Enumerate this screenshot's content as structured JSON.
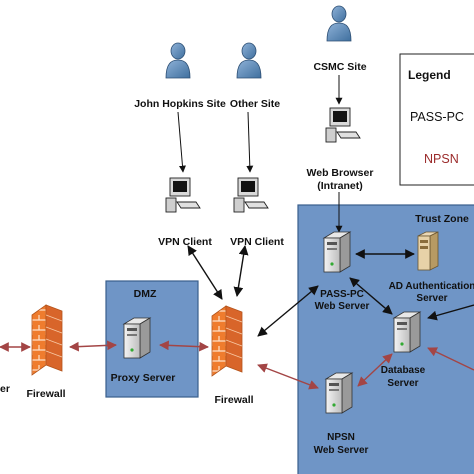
{
  "nodes": {
    "jh_site": "John Hopkins Site",
    "other_site": "Other Site",
    "csmc_site": "CSMC Site",
    "vpn_client_1": "VPN Client",
    "vpn_client_2": "VPN Client",
    "web_browser": [
      "Web Browser",
      "(Intranet)"
    ],
    "dmz": "DMZ",
    "proxy_server": "Proxy Server",
    "firewall_left": "Firewall",
    "firewall_center": "Firewall",
    "left_cut_label": "er",
    "trust_zone": "Trust Zone",
    "pass_pc_server": [
      "PASS-PC",
      "Web Server"
    ],
    "ad_server": [
      "AD Authentication",
      "Server"
    ],
    "database_server": [
      "Database",
      "Server"
    ],
    "npsn_server": [
      "NPSN",
      "Web Server"
    ]
  },
  "legend": {
    "title": "Legend",
    "item_pass": "PASS-PC",
    "item_npsn": "NPSN"
  },
  "colors": {
    "zone_fill": "#6f95c6",
    "zone_stroke": "#3a5f8c",
    "edge_black": "#111111",
    "edge_red": "#a34545",
    "firewall_brick": "#ef7c2e"
  }
}
